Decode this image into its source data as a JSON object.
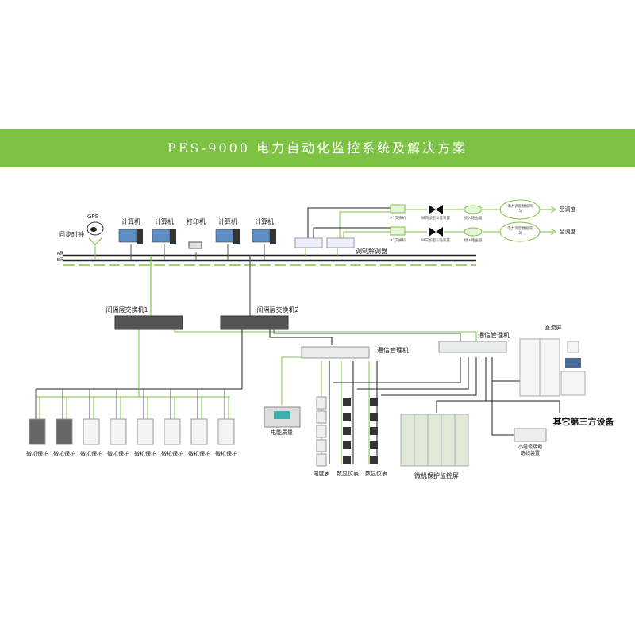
{
  "title": "PES-9000 电力自动化监控系统及解决方案",
  "station_layer": {
    "gps": "GPS",
    "sync_clock": "同步时钟",
    "computer": "计算机",
    "printer": "打印机",
    "net_a": "A网",
    "net_b": "B网",
    "modem": "调制解调器"
  },
  "dispatch": {
    "rows": [
      {
        "switch": "#1交换机",
        "encrypt": "纵向加密认证装置",
        "router": "接入路由器",
        "network": "电力调度数据网",
        "index": "(1)",
        "dest": "至调度"
      },
      {
        "switch": "#2交换机",
        "encrypt": "纵向加密认证装置",
        "router": "接入路由器",
        "network": "电力调度数据网",
        "index": "(2)",
        "dest": "至调度"
      }
    ]
  },
  "bay_layer": {
    "switch1": "间隔层交换机1",
    "switch2": "间隔层交换机2"
  },
  "comm": {
    "manager1": "通信管理机",
    "manager2": "通信管理机"
  },
  "devices": {
    "protection": [
      "微机保护",
      "微机保护",
      "微机保护",
      "微机保护",
      "微机保护",
      "微机保护",
      "微机保护",
      "微机保护"
    ],
    "power_quality": "电能质量",
    "meters": [
      "电度表",
      "数显仪表",
      "数显仪表"
    ],
    "dc_panel": "直流屏",
    "protection_panel": "微机保护监控屏",
    "third_party": "其它第三方设备",
    "ground_fault_line1": "小电流接地",
    "ground_fault_line2": "选线装置"
  },
  "colors": {
    "band": "#7dc242",
    "green_line": "#7dc242",
    "black_line": "#222222"
  }
}
